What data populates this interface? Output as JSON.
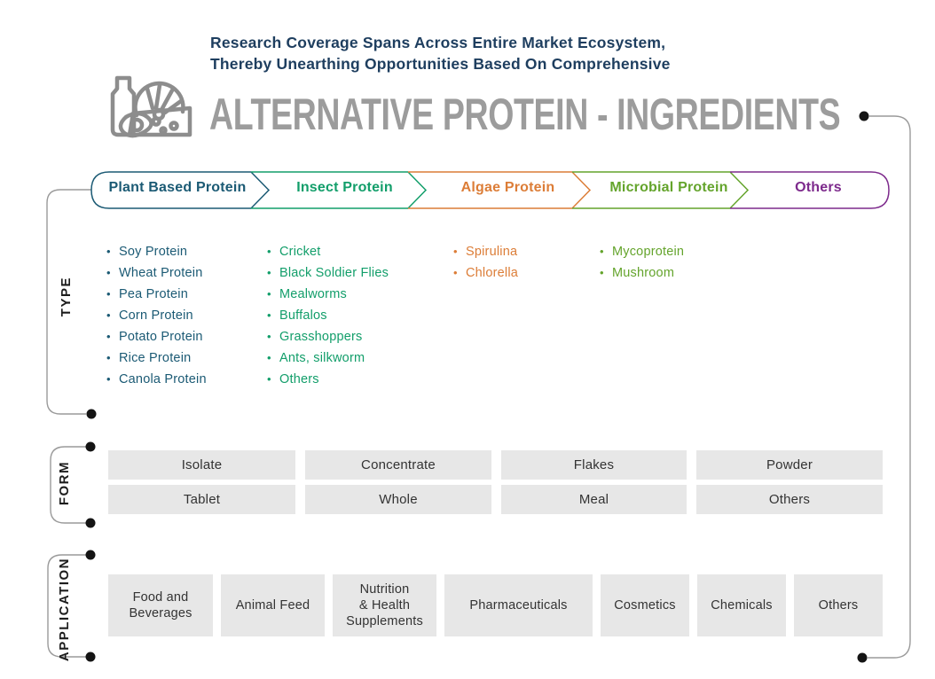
{
  "header": {
    "line1": "Research Coverage Spans Across Entire Market Ecosystem,",
    "line2": "Thereby Unearthing Opportunities Based On Comprehensive",
    "title": "ALTERNATIVE PROTEIN - INGREDIENTS"
  },
  "icon": {
    "name": "food-products-icon",
    "color": "#8d8d8d"
  },
  "colors": {
    "header_navy": "#1e3e5f",
    "title_gray": "#9c9c9c",
    "line_gray": "#9a9a9a",
    "dot_black": "#141414",
    "box_bg": "#e7e7e7",
    "box_text": "#333333"
  },
  "sections": {
    "type_label": "TYPE",
    "form_label": "FORM",
    "application_label": "APPLICATION"
  },
  "categories": [
    {
      "label": "Plant Based Protein",
      "color": "#1b5a74",
      "items": [
        "Soy Protein",
        "Wheat Protein",
        "Pea Protein",
        "Corn Protein",
        "Potato Protein",
        "Rice Protein",
        "Canola Protein"
      ]
    },
    {
      "label": "Insect Protein",
      "color": "#129e6a",
      "items": [
        "Cricket",
        "Black Soldier Flies",
        "Mealworms",
        "Buffalos",
        "Grasshoppers",
        "Ants, silkworm",
        "Others"
      ]
    },
    {
      "label": "Algae Protein",
      "color": "#dc7d37",
      "items": [
        "Spirulina",
        "Chlorella"
      ]
    },
    {
      "label": "Microbial Protein",
      "color": "#64a42c",
      "items": [
        "Mycoprotein",
        "Mushroom"
      ]
    },
    {
      "label": "Others",
      "color": "#7d2a8c",
      "items": []
    }
  ],
  "form": {
    "row1": [
      "Isolate",
      "Concentrate",
      "Flakes",
      "Powder"
    ],
    "row2": [
      "Tablet",
      "Whole",
      "Meal",
      "Others"
    ]
  },
  "application": {
    "items": [
      "Food and\nBeverages",
      "Animal Feed",
      "Nutrition\n& Health\nSupplements",
      "Pharmaceuticals",
      "Cosmetics",
      "Chemicals",
      "Others"
    ]
  }
}
